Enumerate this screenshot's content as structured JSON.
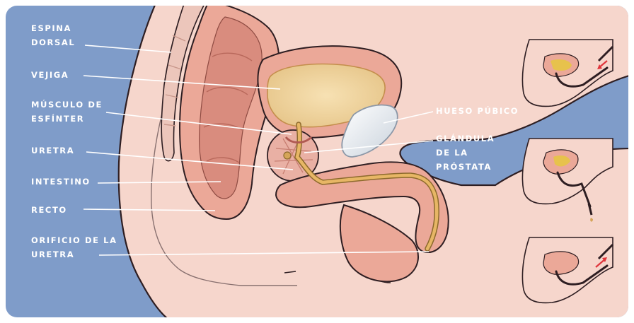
{
  "diagram": {
    "left_labels": {
      "spine": [
        "ESPINA",
        "DORSAL"
      ],
      "bladder": [
        "VEJIGA"
      ],
      "sphincter": [
        "MÚSCULO DE",
        "ESFÍNTER"
      ],
      "urethra": [
        "URETRA"
      ],
      "intestine": [
        "INTESTINO"
      ],
      "rectum": [
        "RECTO"
      ],
      "urethral_opening": [
        "ORIFICIO DE LA",
        "URETRA"
      ]
    },
    "right_labels": {
      "pubic_bone": [
        "HUESO PÚBICO"
      ],
      "prostate": [
        "GLÁNDULA",
        "DE LA",
        "PRÓSTATA"
      ]
    },
    "insets": [
      {
        "step": "catheter-inserted",
        "arrow_direction": "in"
      },
      {
        "step": "urine-draining",
        "arrow_direction": "none"
      },
      {
        "step": "catheter-removed",
        "arrow_direction": "out"
      }
    ],
    "colors": {
      "background": "#7f9cc9",
      "skin": "#f6d6cc",
      "flesh": "#eba898",
      "outline": "#2e1e22",
      "bladder_fill": "#eed196",
      "urine": "#d5a559",
      "bone": "#dde3ea",
      "arrow": "#e0343b",
      "label_text": "#ffffff"
    }
  }
}
